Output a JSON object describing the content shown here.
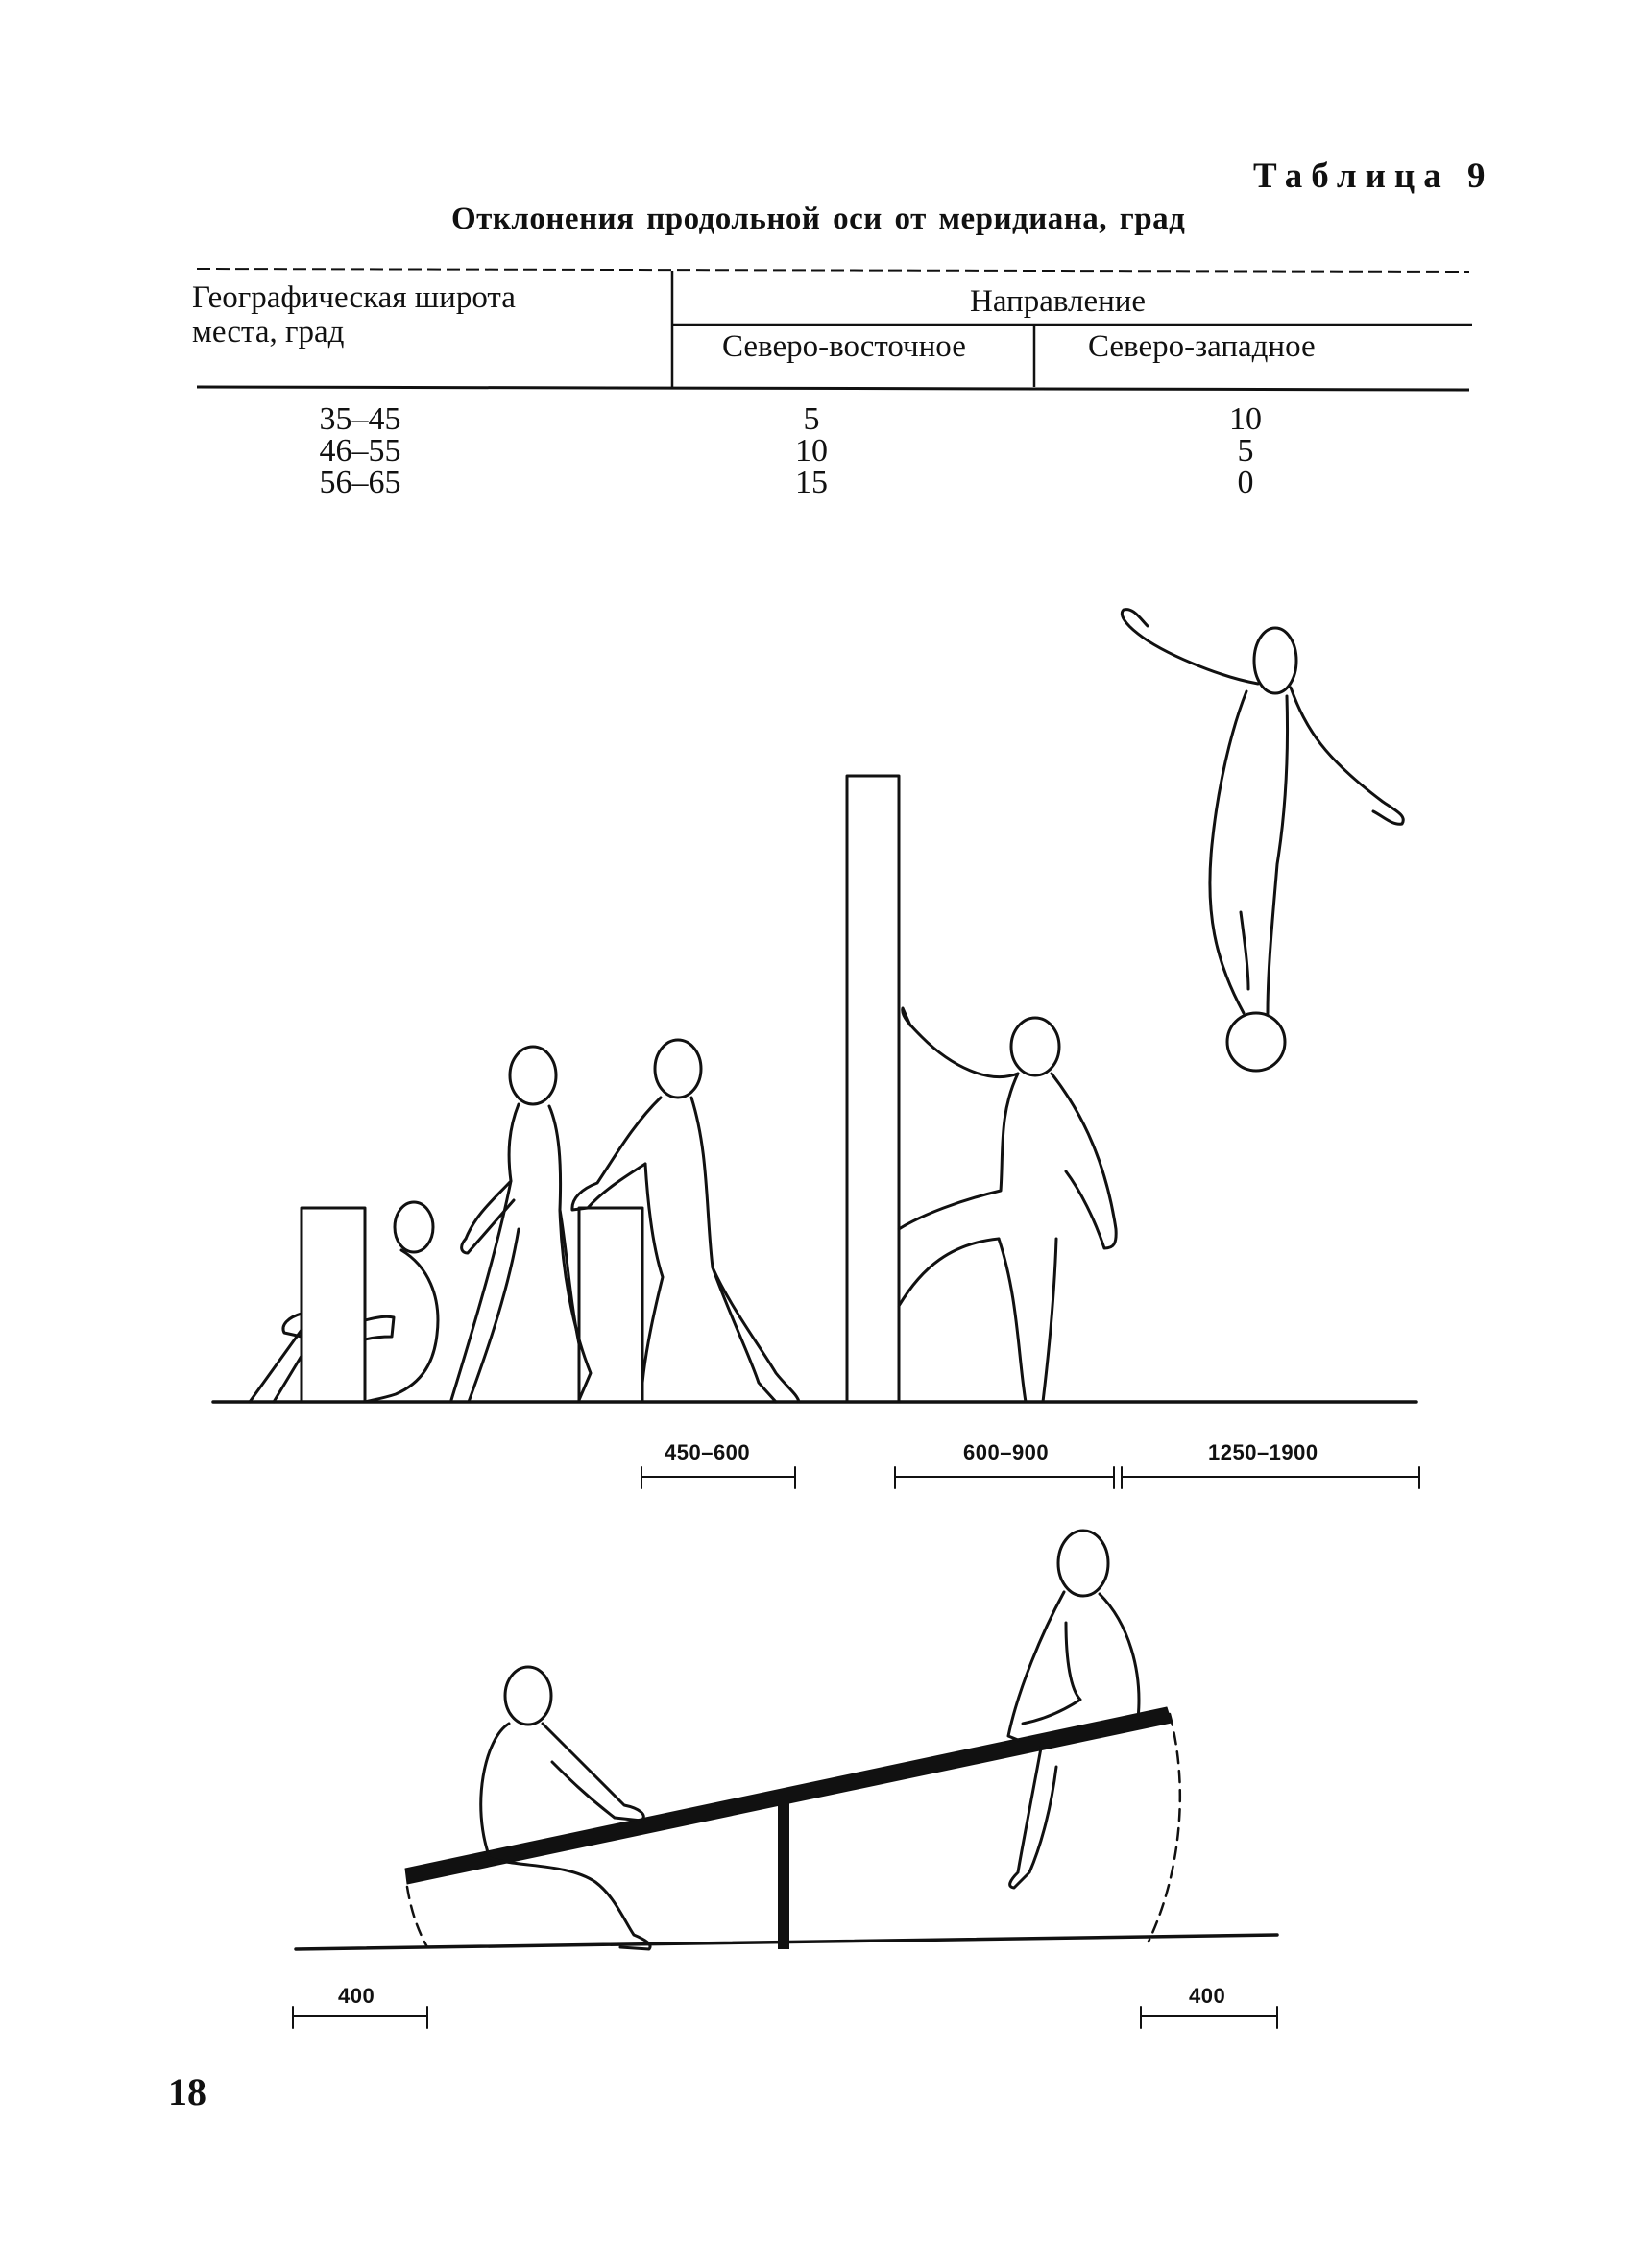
{
  "table": {
    "label": "Таблица 9",
    "caption": "Отклонения продольной оси от меридиана, град",
    "col_latitude": "Географическая широта места, град",
    "col_direction": "Направление",
    "sub_ne": "Северо-восточное",
    "sub_nw": "Северо-западное",
    "rows": [
      {
        "latitude": "35–45",
        "ne": "5",
        "nw": "10"
      },
      {
        "latitude": "46–55",
        "ne": "10",
        "nw": "5"
      },
      {
        "latitude": "56–65",
        "ne": "15",
        "nw": "0"
      }
    ]
  },
  "figure": {
    "dims_top": [
      "450–600",
      "600–900",
      "1250–1900"
    ],
    "dims_bottom": [
      "400",
      "400"
    ]
  },
  "page_number": "18"
}
